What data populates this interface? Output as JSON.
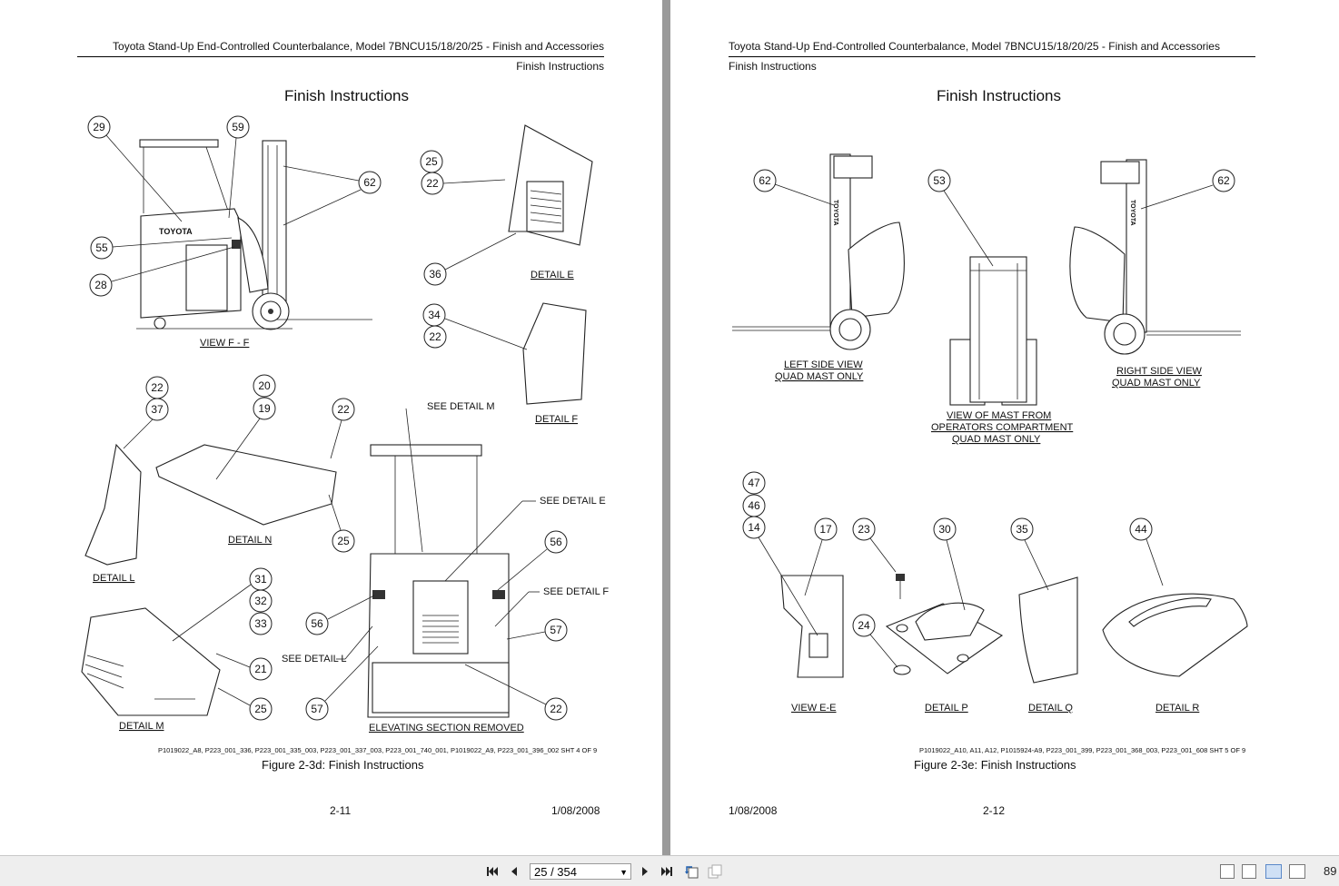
{
  "viewer": {
    "page_value": "25 / 354",
    "zoom_value": "89"
  },
  "left_page": {
    "header_title": "Toyota Stand-Up End-Controlled Counterbalance, Model 7BNCU15/18/20/25 - Finish and Accessories",
    "header_sub": "Finish Instructions",
    "title": "Finish Instructions",
    "labels": {
      "view_ff": "VIEW F - F",
      "detail_e": "DETAIL E",
      "detail_f": "DETAIL F",
      "detail_l": "DETAIL L",
      "detail_n": "DETAIL N",
      "detail_m": "DETAIL M",
      "see_detail_m": "SEE DETAIL M",
      "see_detail_e": "SEE DETAIL E",
      "see_detail_f": "SEE DETAIL F",
      "see_detail_l": "SEE DETAIL L",
      "elevating": "ELEVATING SECTION REMOVED",
      "brand": "TOYOTA"
    },
    "bubbles": {
      "b29": "29",
      "b59": "59",
      "b62": "62",
      "b55": "55",
      "b28": "28",
      "b25a": "25",
      "b22a": "22",
      "b36": "36",
      "b34": "34",
      "b22b": "22",
      "b22c": "22",
      "b37": "37",
      "b20": "20",
      "b19": "19",
      "b22d": "22",
      "b25b": "25",
      "b56a": "56",
      "b56b": "56",
      "b57a": "57",
      "b57b": "57",
      "b22e": "22",
      "b31": "31",
      "b32": "32",
      "b33": "33",
      "b21": "21",
      "b25c": "25"
    },
    "source_refs": "P1019022_A8, P223_001_336, P223_001_335_003, P223_001_337_003, P223_001_740_001, P1019022_A9, P223_001_396_002 SHT 4 OF 9",
    "caption": "Figure 2-3d:  Finish Instructions",
    "page_number": "2-11",
    "date": "1/08/2008"
  },
  "right_page": {
    "header_title": "Toyota Stand-Up End-Controlled Counterbalance, Model 7BNCU15/18/20/25 - Finish and Accessories",
    "header_sub": "Finish Instructions",
    "title": "Finish Instructions",
    "labels": {
      "left_side_1": "LEFT SIDE VIEW",
      "left_side_2": "QUAD MAST ONLY",
      "mast_1": "VIEW OF MAST FROM",
      "mast_2": "OPERATORS COMPARTMENT",
      "mast_3": "QUAD MAST ONLY",
      "right_side_1": "RIGHT SIDE VIEW",
      "right_side_2": "QUAD MAST ONLY",
      "view_ee": "VIEW E-E",
      "detail_p": "DETAIL P",
      "detail_q": "DETAIL Q",
      "detail_r": "DETAIL R",
      "brand": "TOYOTA"
    },
    "bubbles": {
      "b62a": "62",
      "b53": "53",
      "b62b": "62",
      "b47": "47",
      "b46": "46",
      "b14": "14",
      "b17": "17",
      "b23": "23",
      "b30": "30",
      "b35": "35",
      "b44": "44",
      "b24": "24"
    },
    "source_refs": "P1019022_A10, A11, A12, P1015924-A9, P223_001_399, P223_001_368_003, P223_001_608 SHT 5 OF 9",
    "caption": "Figure 2-3e:  Finish Instructions",
    "date": "1/08/2008",
    "page_number": "2-12"
  }
}
